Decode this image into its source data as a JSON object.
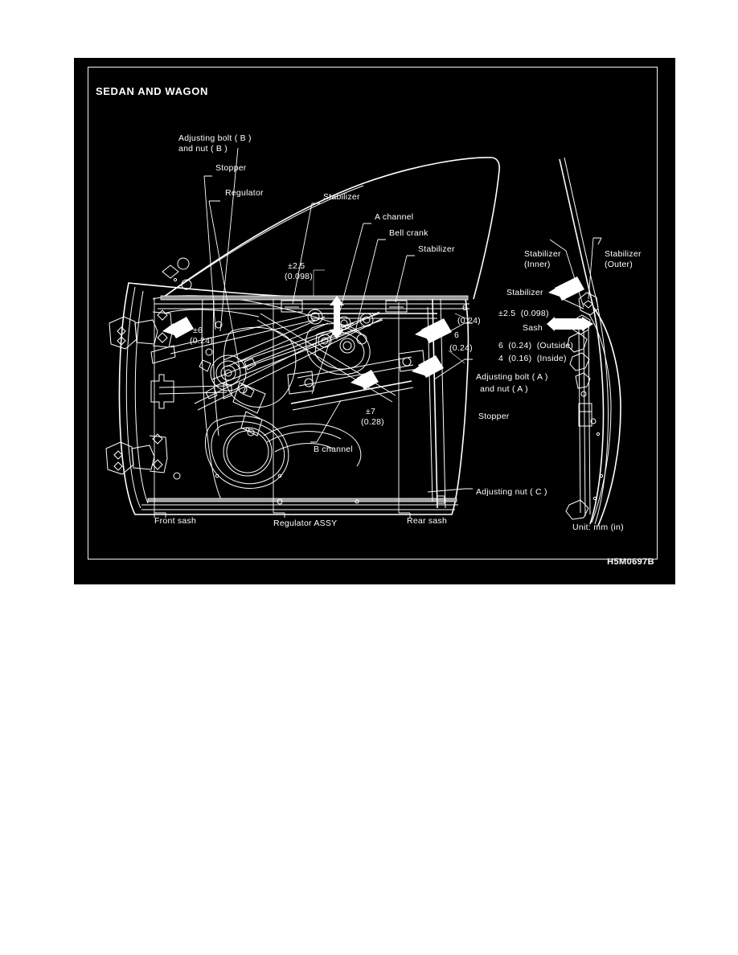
{
  "document": {
    "background_color": "#ffffff",
    "panel_color": "#000000",
    "ink_color": "#ffffff"
  },
  "figure": {
    "title": "SEDAN AND WAGON",
    "code": "H5M0697B",
    "unit_note": "Unit: mm (in)"
  },
  "labels": {
    "adjusting_bolt_b_line1": "Adjusting bolt ( B )",
    "adjusting_bolt_b_line2": "and nut ( B )",
    "stopper_top": "Stopper",
    "regulator": "Regulator",
    "stabilizer_1": "Stabilizer",
    "a_channel": "A channel",
    "bell_crank": "Bell crank",
    "stabilizer_2": "Stabilizer",
    "stabilizer_inner_line1": "Stabilizer",
    "stabilizer_inner_line2": "(Inner)",
    "stabilizer_outer_line1": "Stabilizer",
    "stabilizer_outer_line2": "(Outer)",
    "adjusting_bolt_a_line1": "Adjusting bolt ( A )",
    "adjusting_bolt_a_line2": "and nut ( A )",
    "stopper_right": "Stopper",
    "adjusting_nut_c": "Adjusting nut ( C )",
    "front_sash": "Front sash",
    "regulator_assy": "Regulator ASSY",
    "rear_sash": "Rear sash",
    "b_channel": "B channel"
  },
  "dimensions": {
    "tol_2_5_line1": "±2.5",
    "tol_2_5_line2": "(0.098)",
    "tol_6_left_line1": "±6",
    "tol_6_left_line2": "(0.24)",
    "tol_6_a_line1": "6",
    "tol_6_a_line2": "(0.24)",
    "tol_6_b_line1": "6",
    "tol_6_b_line2": "(0.24)",
    "tol_7_line1": "±7",
    "tol_7_line2": "(0.28)",
    "right_stabilizer_heading": "Stabilizer",
    "right_stabilizer_value": "±2.5  (0.098)",
    "right_sash_heading": "Sash",
    "right_sash_outside": "6  (0.24)  (Outside)",
    "right_sash_inside": "4  (0.16)  (Inside)"
  }
}
